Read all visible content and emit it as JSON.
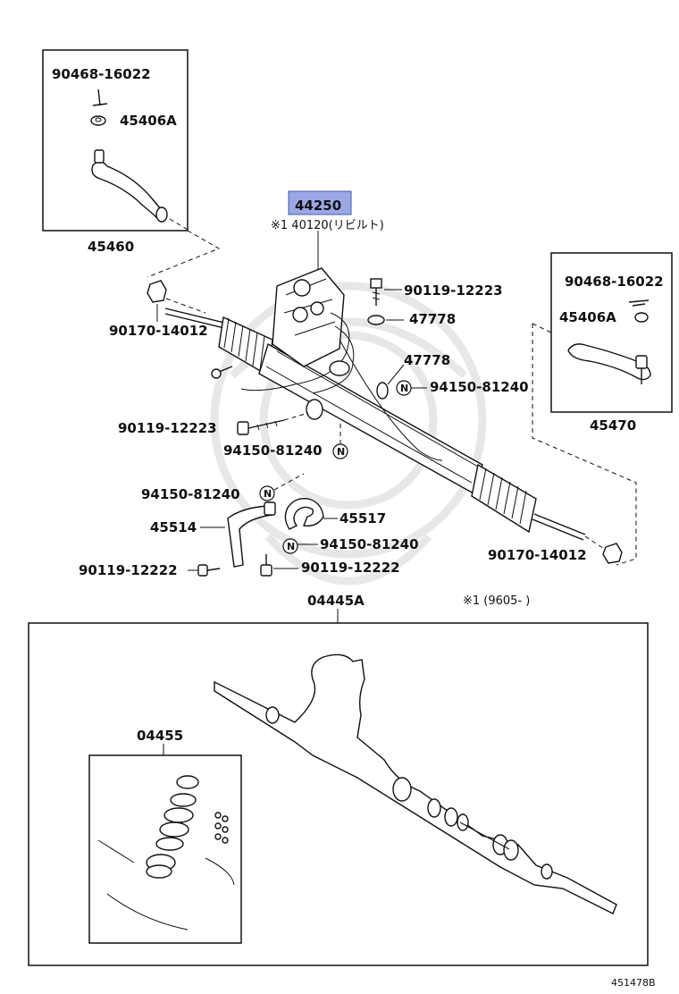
{
  "labels": {
    "p_90468_16022_a": "90468-16022",
    "p_45406a_a": "45406A",
    "p_45460": "45460",
    "p_44250": "44250",
    "p_40120": "※1 40120(リビルト)",
    "p_90119_12223_a": "90119-12223",
    "p_47778_a": "47778",
    "p_47778_b": "47778",
    "p_94150_81240_a": "94150-81240",
    "p_90170_14012_a": "90170-14012",
    "p_90119_12223_b": "90119-12223",
    "p_94150_81240_b": "94150-81240",
    "p_90468_16022_b": "90468-16022",
    "p_45406a_b": "45406A",
    "p_45470": "45470",
    "p_94150_81240_c": "94150-81240",
    "p_45514": "45514",
    "p_45517": "45517",
    "p_94150_81240_d": "94150-81240",
    "p_90119_12222_a": "90119-12222",
    "p_90119_12222_b": "90119-12222",
    "p_90170_14012_b": "90170-14012",
    "p_04445a": "04445A",
    "p_note": "※1 (9605-     )",
    "p_04455": "04455",
    "p_figure_id": "451478B",
    "n_symbol": "N"
  },
  "colors": {
    "highlight": "#9aa8e6",
    "line": "#111111"
  }
}
